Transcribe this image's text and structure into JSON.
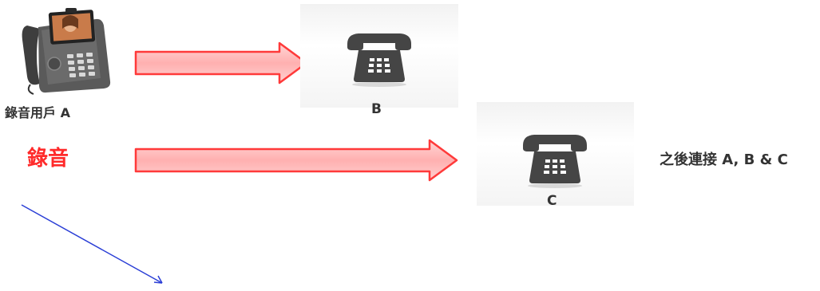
{
  "nodes": {
    "a_label": "錄音用戶 A",
    "b_label": "B",
    "c_label": "C"
  },
  "recording_label": "錄音",
  "note": "之後連接 A, B & C",
  "colors": {
    "arrow_fill": "#ffb3b3",
    "arrow_stroke": "#ff3a3a",
    "recording_text": "#ff2a2a",
    "blue_line": "#2b3fd6",
    "phone_dark": "#444444"
  },
  "icons": [
    "ip-phone-icon",
    "desk-phone-icon"
  ]
}
